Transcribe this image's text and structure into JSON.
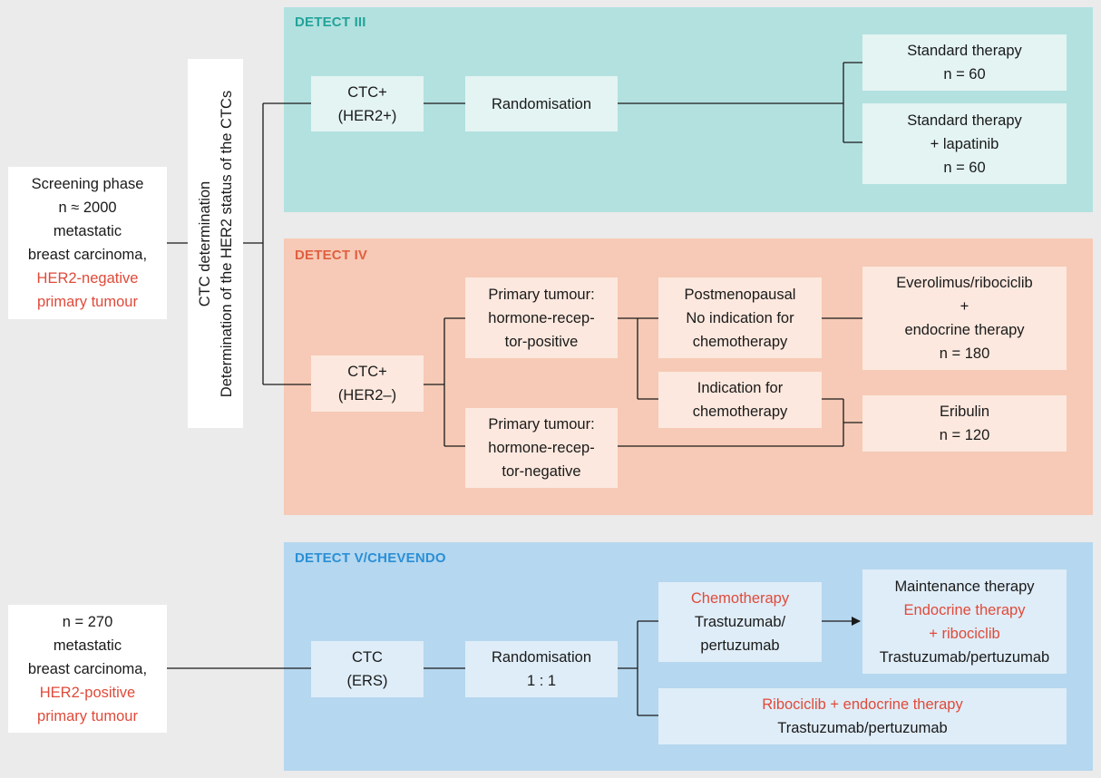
{
  "screening": {
    "lines": [
      "Screening phase",
      "n ≈ 2000",
      "metastatic",
      "breast carcinoma,"
    ],
    "red_lines": [
      "HER2-negative",
      "primary tumour"
    ]
  },
  "vertical_label": {
    "line1": "CTC determination",
    "line2": "Determination of the HER2 status of the CTCs"
  },
  "detect3": {
    "title": "DETECT III",
    "ctc": [
      "CTC+",
      "(HER2+)"
    ],
    "randomisation": "Randomisation",
    "arm1": [
      "Standard therapy",
      "n = 60"
    ],
    "arm2": [
      "Standard therapy",
      "+ lapatinib",
      "n = 60"
    ]
  },
  "detect4": {
    "title": "DETECT IV",
    "ctc": [
      "CTC+",
      "(HER2–)"
    ],
    "hr_pos": [
      "Primary tumour:",
      "hormone-recep-",
      "tor-positive"
    ],
    "hr_neg": [
      "Primary tumour:",
      "hormone-recep-",
      "tor-negative"
    ],
    "postmeno": [
      "Postmenopausal",
      "No indication for",
      "chemotherapy"
    ],
    "indication": [
      "Indication for",
      "chemotherapy"
    ],
    "everolimus": [
      "Everolimus/ribociclib",
      "+",
      "endocrine therapy",
      "n = 180"
    ],
    "eribulin": [
      "Eribulin",
      "n = 120"
    ]
  },
  "detect5": {
    "title": "DETECT V/CHEVENDO",
    "population": {
      "lines": [
        "n = 270",
        "metastatic",
        "breast carcinoma,"
      ],
      "red_lines": [
        "HER2-positive",
        "primary tumour"
      ]
    },
    "ctc": [
      "CTC",
      "(ERS)"
    ],
    "randomisation": [
      "Randomisation",
      "1 : 1"
    ],
    "chemo": {
      "red": "Chemotherapy",
      "black": [
        "Trastuzumab/",
        "pertuzumab"
      ]
    },
    "maintenance": {
      "black_top": "Maintenance therapy",
      "red": [
        "Endocrine therapy",
        "+ ribociclib"
      ],
      "black_bottom": "Trastuzumab/pertuzumab"
    },
    "ribociclib": {
      "red": "Ribociclib + endocrine therapy",
      "black": "Trastuzumab/pertuzumab"
    }
  },
  "colors": {
    "detect3_bg": "#b3e1df",
    "detect3_title": "#22a39a",
    "detect3_box": "#e3f4f3",
    "detect4_bg": "#f6cab6",
    "detect4_title": "#e06040",
    "detect4_box": "#fce8de",
    "detect5_bg": "#b5d7ef",
    "detect5_title": "#2b8fd6",
    "detect5_box": "#dfedf8",
    "accent_red": "#e04a3a"
  }
}
